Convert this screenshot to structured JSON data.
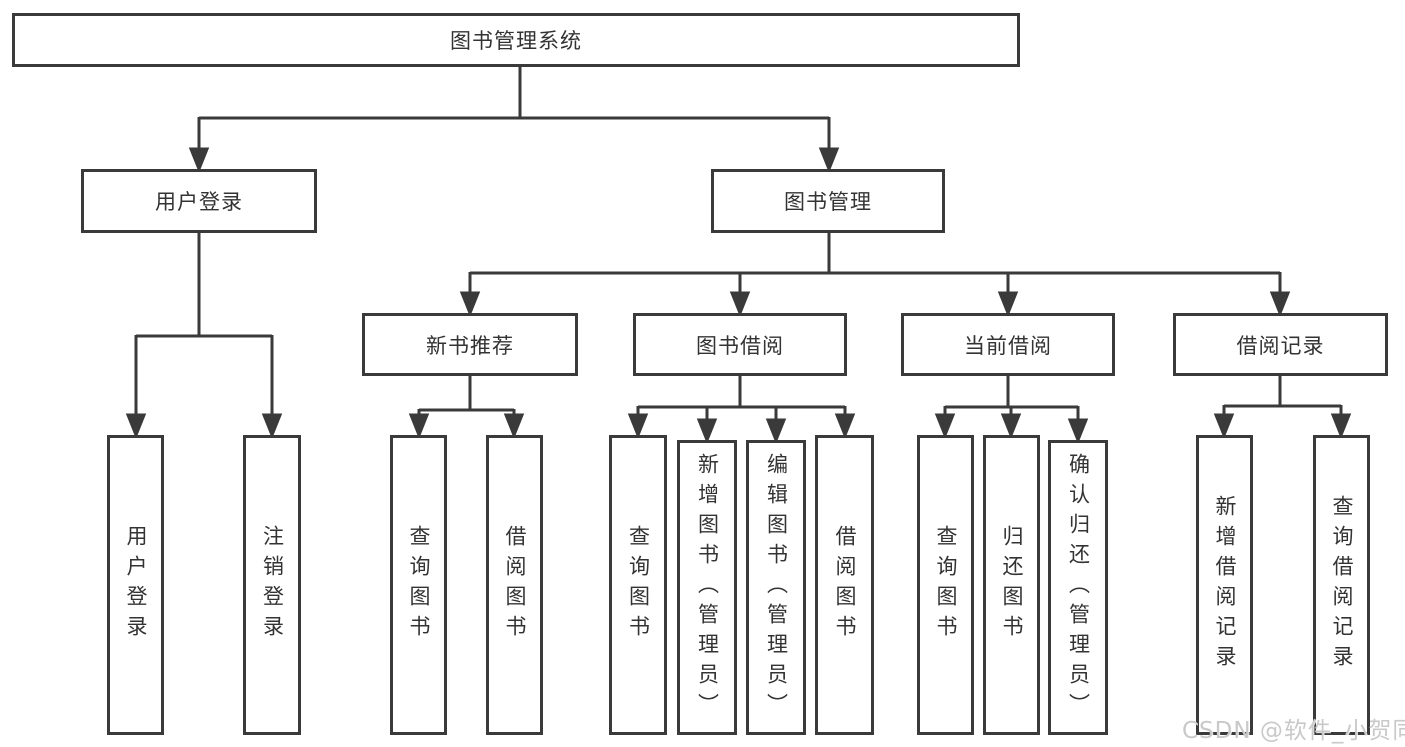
{
  "diagram_title": "图书管理系统",
  "tree": {
    "label": "图书管理系统",
    "children": [
      {
        "label": "用户登录",
        "children": [
          {
            "label": "用户登录"
          },
          {
            "label": "注销登录"
          }
        ]
      },
      {
        "label": "图书管理",
        "children": [
          {
            "label": "新书推荐",
            "children": [
              {
                "label": "查询图书"
              },
              {
                "label": "借阅图书"
              }
            ]
          },
          {
            "label": "图书借阅",
            "children": [
              {
                "label": "查询图书"
              },
              {
                "label": "新增图书（管理员）"
              },
              {
                "label": "编辑图书（管理员）"
              },
              {
                "label": "借阅图书"
              }
            ]
          },
          {
            "label": "当前借阅",
            "children": [
              {
                "label": "查询图书"
              },
              {
                "label": "归还图书"
              },
              {
                "label": "确认归还（管理员）"
              }
            ]
          },
          {
            "label": "借阅记录",
            "children": [
              {
                "label": "新增借阅记录"
              },
              {
                "label": "查询借阅记录"
              }
            ]
          }
        ]
      }
    ]
  },
  "watermark": {
    "text": "CSDN @软件_小贺同学"
  },
  "colors": {
    "line": "#3a3a3a",
    "box_border": "#3a3a3a",
    "text": "#333333",
    "background": "#ffffff",
    "watermark": "#c9c9c9"
  }
}
